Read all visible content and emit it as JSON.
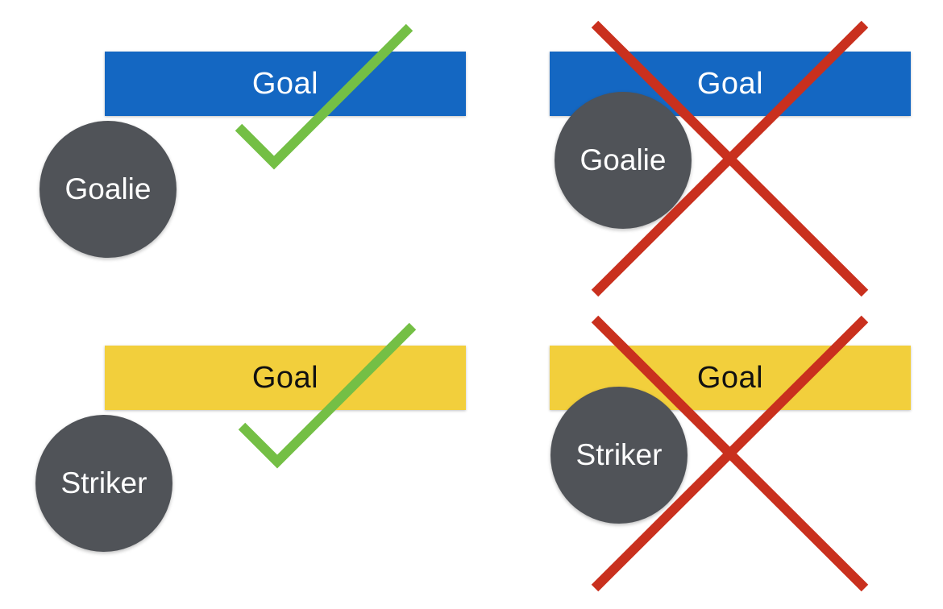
{
  "colors": {
    "goal_top": "#1467c2",
    "goal_bottom": "#f2cf3c",
    "player": "#505358",
    "check": "#74bf45",
    "cross": "#c9301e"
  },
  "panels": [
    {
      "goal_label": "Goal",
      "player_label": "Goalie",
      "verdict": "check-icon"
    },
    {
      "goal_label": "Goal",
      "player_label": "Goalie",
      "verdict": "cross-icon"
    },
    {
      "goal_label": "Goal",
      "player_label": "Striker",
      "verdict": "check-icon"
    },
    {
      "goal_label": "Goal",
      "player_label": "Striker",
      "verdict": "cross-icon"
    }
  ]
}
